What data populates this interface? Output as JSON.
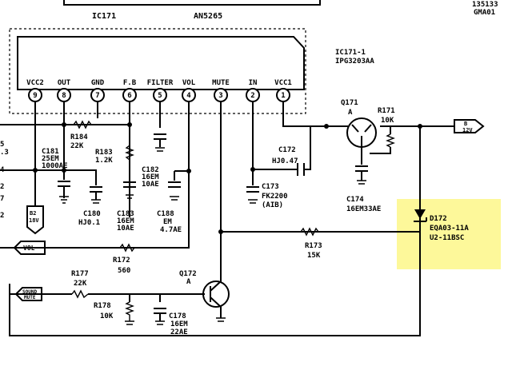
{
  "ic171": {
    "ref": "IC171",
    "part": "AN5265",
    "pins": [
      {
        "num": "9",
        "name": "VCC2"
      },
      {
        "num": "8",
        "name": "OUT"
      },
      {
        "num": "7",
        "name": "GND"
      },
      {
        "num": "6",
        "name": "F.B"
      },
      {
        "num": "5",
        "name": "FILTER"
      },
      {
        "num": "4",
        "name": "VOL"
      },
      {
        "num": "3",
        "name": "MUTE"
      },
      {
        "num": "2",
        "name": "IN"
      },
      {
        "num": "1",
        "name": "VCC1"
      }
    ]
  },
  "ic171_1": {
    "ref": "IC171-1",
    "part": "IPG3203AA"
  },
  "top_right": {
    "line1": "135133",
    "line2": "GMA01"
  },
  "left_edge": [
    "5",
    ".3",
    "4",
    "2",
    "7",
    "2"
  ],
  "components": {
    "r184": {
      "ref": "R184",
      "value": "22K"
    },
    "c181": {
      "ref": "C181",
      "value1": "25EM",
      "value2": "1000AE"
    },
    "r183": {
      "ref": "R183",
      "value": "1.2K"
    },
    "c182": {
      "ref": "C182",
      "value1": "16EM",
      "value2": "10AE"
    },
    "c180": {
      "ref": "C180",
      "value": "HJ0.1"
    },
    "c183": {
      "ref": "C183",
      "value1": "16EM",
      "value2": "10AE"
    },
    "c188": {
      "ref": "C188",
      "value1": "EM",
      "value2": "4.7AE"
    },
    "c172": {
      "ref": "C172",
      "value": "HJ0.47"
    },
    "c173": {
      "ref": "C173",
      "value1": "FK2200",
      "value2": "(AIB)"
    },
    "q171": {
      "ref": "Q171",
      "suffix": "A"
    },
    "r171": {
      "ref": "R171",
      "value": "10K"
    },
    "c174": {
      "ref": "C174",
      "value": "16EM33AE"
    },
    "d172": {
      "ref": "D172",
      "value1": "EQA03-11A",
      "value2": "U2-11BSC"
    },
    "r172": {
      "ref": "R172",
      "value": "560"
    },
    "r173": {
      "ref": "R173",
      "value": "15K"
    },
    "q172": {
      "ref": "Q172",
      "suffix": "A"
    },
    "r177": {
      "ref": "R177",
      "value": "22K"
    },
    "r178": {
      "ref": "R178",
      "value": "10K"
    },
    "c178": {
      "ref": "C178",
      "value1": "16EM",
      "value2": "22AE"
    }
  },
  "connectors": {
    "b12v": {
      "line1": "B",
      "line2": "12V"
    },
    "b18v": {
      "line1": "B2",
      "line2": "18V"
    },
    "vol": {
      "label": "VOL"
    },
    "sound_mute": {
      "line1": "SOUND",
      "line2": "MUTE"
    }
  },
  "colors": {
    "highlight": "#fdf89a",
    "ink": "#000000",
    "background": "#ffffff"
  }
}
